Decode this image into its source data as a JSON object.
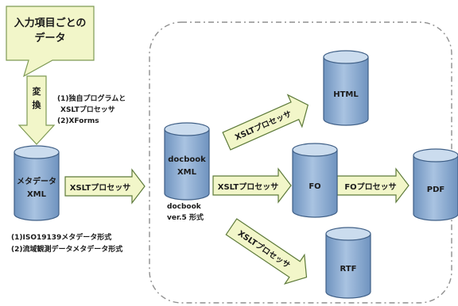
{
  "diagram": {
    "input_box": {
      "line1": "入力項目ごとの",
      "line2": "データ"
    },
    "convert_label": {
      "line1": "変",
      "line2": "換"
    },
    "convert_notes": {
      "line1": "(1)独自プログラムと",
      "line2": "XSLTプロセッサ",
      "line3": "(2)XForms"
    },
    "meta_db": {
      "line1": "メタデータ",
      "line2": "XML"
    },
    "meta_notes": {
      "line1": "(1)ISO19139メタデータ形式",
      "line2": "(2)流域観測データメタデータ形式"
    },
    "arrow_main": "XSLTプロセッサ",
    "docbook_db": {
      "line1": "docbook",
      "line2": "XML"
    },
    "docbook_notes": {
      "line1": "docbook",
      "line2": "ver.5  形式"
    },
    "arrow_to_html": "XSLTプロセッサ",
    "arrow_to_fo": "XSLTプロセッサ",
    "arrow_to_rtf": "XSLTプロセッサ",
    "arrow_fo_pdf": "FOプロセッサ",
    "html_db": "HTML",
    "fo_db": "FO",
    "pdf_db": "PDF",
    "rtf_db": "RTF"
  },
  "colors": {
    "cylinder_fill": "#93b3d6",
    "cylinder_top": "#cbdcee",
    "cylinder_stroke": "#3f5f86",
    "arrow_fill": "#f2f6c9",
    "arrow_stroke": "#5d7a3a",
    "box_fill": "#f2f6c9",
    "dashed_border": "#8f8f8f"
  }
}
